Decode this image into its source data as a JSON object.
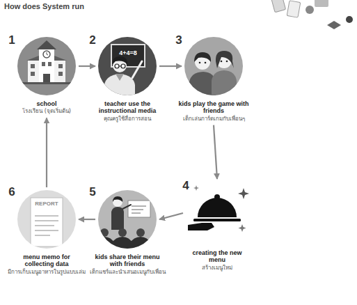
{
  "diagram": {
    "title": "How does System run",
    "nodes": [
      {
        "text": [
          "1",
          "school",
          "โรงเรียน (จุดเริ่มต้น)"
        ]
      },
      {
        "text": [
          "2",
          "teacher use the instructional media",
          "คุณครูใช้สื่อการสอน"
        ]
      },
      {
        "text": [
          "3",
          "kids play the game with friends",
          "เด็กเล่นการ์ดเกมกับเพื่อนๆ"
        ]
      },
      {
        "text": [
          "4",
          "creating the new menu",
          "สร้างเมนูใหม่"
        ]
      },
      {
        "text": [
          "5",
          "kids share their menu with friends",
          "เด็กแชร์และนำเสนอเมนูกับเพื่อน"
        ]
      },
      {
        "text": [
          "6",
          "menu memo for collecting data",
          "มีการเก็บเมนูอาหารในรูปแบบเล่ม"
        ]
      }
    ],
    "edges": [
      {
        "from": 0,
        "to": 1,
        "arrow": "to"
      },
      {
        "from": 1,
        "to": 2,
        "arrow": "to"
      },
      {
        "from": 2,
        "to": 3,
        "arrow": "to"
      },
      {
        "from": 3,
        "to": 4,
        "arrow": "to"
      },
      {
        "from": 4,
        "to": 5,
        "arrow": "to"
      },
      {
        "from": 5,
        "to": 0,
        "arrow": "to"
      }
    ],
    "labels": [
      "4+4=8",
      "REPORT"
    ]
  }
}
